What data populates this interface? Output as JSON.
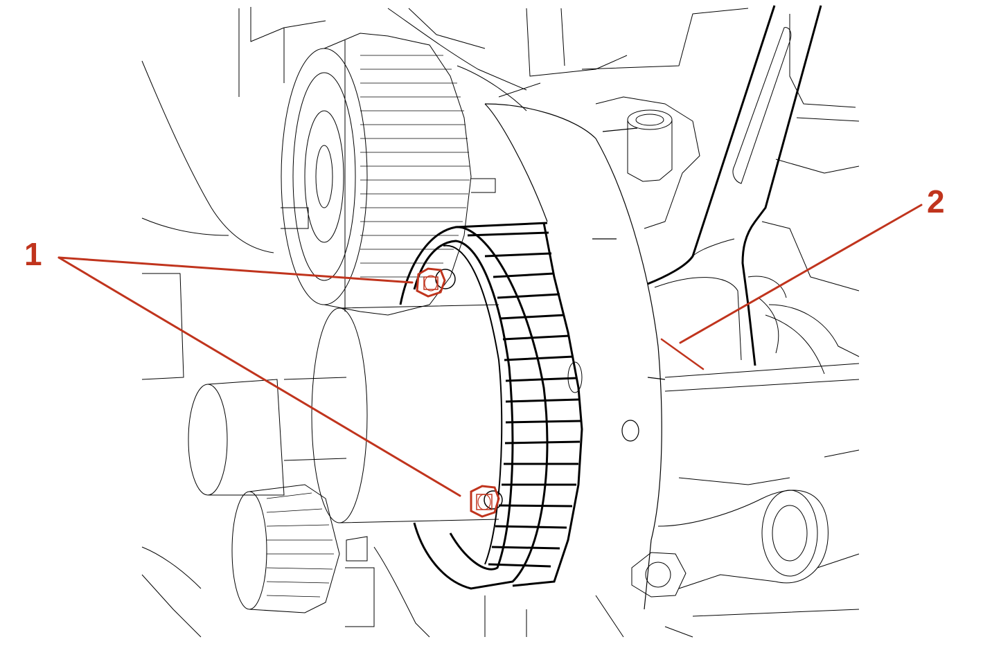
{
  "callouts": [
    {
      "id": "1",
      "label": "1",
      "target": "timing-pulley-bolts"
    },
    {
      "id": "2",
      "label": "2",
      "target": "crankshaft-holding-tool"
    }
  ],
  "colors": {
    "line_art": "#000000",
    "callout": "#c0341d",
    "background": "#ffffff"
  }
}
